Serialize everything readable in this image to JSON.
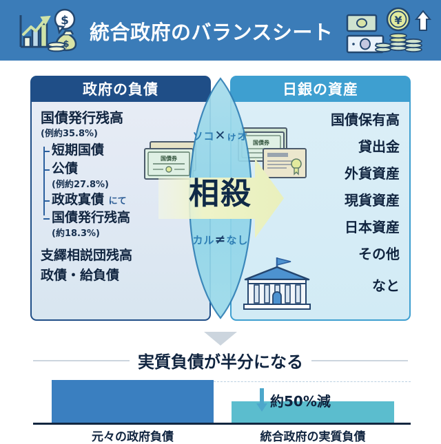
{
  "banner": {
    "title": "統合政府のバランスシート",
    "bg_color": "#3b7cb8",
    "icons_left": [
      "bar-chart-growth-icon",
      "dollar-speech-bubble-icon",
      "money-bag-icon",
      "coin-stack-icon"
    ],
    "icons_right": [
      "banknote-icon",
      "banknote-icon",
      "yen-coin-icon",
      "up-arrow-icon",
      "coin-stacks-icon"
    ]
  },
  "left_panel": {
    "header": "政府の負債",
    "header_color": "#1f4e87",
    "main_item": "国債発行残高",
    "main_item_note": "(例約35.8%)",
    "tree": [
      {
        "label": "短期国債",
        "suffix": "",
        "note": ""
      },
      {
        "label": "公債",
        "suffix": "",
        "note": "(例約27.8%)"
      },
      {
        "label": "政政寘債",
        "suffix": "にて",
        "note": ""
      },
      {
        "label": "国債発行残高",
        "suffix": "",
        "note": "(約18.3%)"
      }
    ],
    "tail": [
      "支繹相説団残高",
      "政債・給負債"
    ],
    "icon": "bond-certificate-icon"
  },
  "right_panel": {
    "header": "日銀の資産",
    "header_color": "#3e9fd0",
    "items": [
      "国債保有高",
      "貸出金",
      "外貨資産",
      "現貨資産",
      "日本資産",
      "その他",
      "なと"
    ],
    "icons": [
      "bond-certificate-icon",
      "government-building-icon"
    ]
  },
  "center": {
    "top_label_pre": "ソコ",
    "top_label_x": "✕",
    "top_label_post": "ゖオ",
    "main": "相殺",
    "bottom_label_pre": "カル",
    "bottom_label_x": "≠",
    "bottom_label_post": "なし",
    "arrow_color": "#edf2c4",
    "lens_color": "#8ed4e8"
  },
  "bottom": {
    "title": "実質負債が半分になる",
    "reduction_label": "約50%減",
    "arrow_icon": "down-arrow-icon"
  },
  "chart_data": {
    "type": "bar",
    "title": "実質負債が半分になる",
    "categories": [
      "元々の政府負債",
      "統合政府の実質負債"
    ],
    "values": [
      100,
      50
    ],
    "colors": [
      "#3a7fc0",
      "#5bbdce"
    ],
    "annotations": [
      "約50%減"
    ],
    "xlabel": "",
    "ylabel": "",
    "ylim": [
      0,
      100
    ],
    "grid": false,
    "legend": "none"
  }
}
